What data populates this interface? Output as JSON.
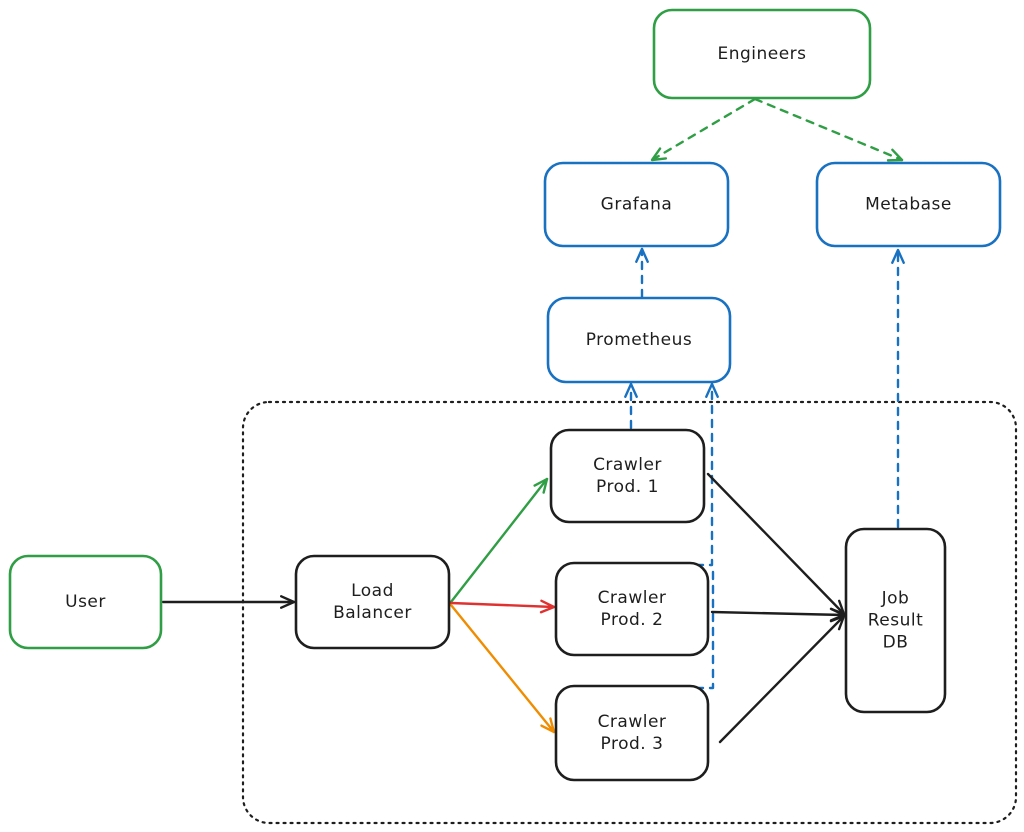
{
  "diagram": {
    "nodes": [
      {
        "id": "engineers",
        "label": [
          "Engineers"
        ],
        "color": "#2f9e44"
      },
      {
        "id": "grafana",
        "label": [
          "Grafana"
        ],
        "color": "#1971c2"
      },
      {
        "id": "metabase",
        "label": [
          "Metabase"
        ],
        "color": "#1971c2"
      },
      {
        "id": "prometheus",
        "label": [
          "Prometheus"
        ],
        "color": "#1971c2"
      },
      {
        "id": "crawler1",
        "label": [
          "Crawler",
          "Prod. 1"
        ],
        "color": "#1e1e1e"
      },
      {
        "id": "crawler2",
        "label": [
          "Crawler",
          "Prod. 2"
        ],
        "color": "#1e1e1e"
      },
      {
        "id": "crawler3",
        "label": [
          "Crawler",
          "Prod. 3"
        ],
        "color": "#1e1e1e"
      },
      {
        "id": "user",
        "label": [
          "User"
        ],
        "color": "#2f9e44"
      },
      {
        "id": "loadbalancer",
        "label": [
          "Load",
          "Balancer"
        ],
        "color": "#1e1e1e"
      },
      {
        "id": "jobdb",
        "label": [
          "Job",
          "Result",
          "DB"
        ],
        "color": "#1e1e1e"
      }
    ],
    "edges": [
      {
        "id": "engineers-grafana",
        "from": "engineers",
        "to": "grafana",
        "style": "dashed",
        "color": "#2f9e44"
      },
      {
        "id": "engineers-metabase",
        "from": "engineers",
        "to": "metabase",
        "style": "dashed",
        "color": "#2f9e44"
      },
      {
        "id": "prometheus-grafana",
        "from": "prometheus",
        "to": "grafana",
        "style": "dashed",
        "color": "#1971c2"
      },
      {
        "id": "jobdb-metabase",
        "from": "jobdb",
        "to": "metabase",
        "style": "dashed",
        "color": "#1971c2"
      },
      {
        "id": "crawler1-prometheus",
        "from": "crawler1",
        "to": "prometheus",
        "style": "dashed",
        "color": "#1971c2"
      },
      {
        "id": "crawler2-prometheus",
        "from": "crawler2",
        "to": "prometheus",
        "style": "dashed",
        "color": "#1971c2"
      },
      {
        "id": "crawler3-prometheus",
        "from": "crawler3",
        "to": "prometheus",
        "style": "dashed",
        "color": "#1971c2"
      },
      {
        "id": "user-loadbalancer",
        "from": "user",
        "to": "loadbalancer",
        "style": "solid",
        "color": "#1e1e1e"
      },
      {
        "id": "loadbalancer-crawler1",
        "from": "loadbalancer",
        "to": "crawler1",
        "style": "solid",
        "color": "#2f9e44"
      },
      {
        "id": "loadbalancer-crawler2",
        "from": "loadbalancer",
        "to": "crawler2",
        "style": "solid",
        "color": "#e03131"
      },
      {
        "id": "loadbalancer-crawler3",
        "from": "loadbalancer",
        "to": "crawler3",
        "style": "solid",
        "color": "#f08c00"
      },
      {
        "id": "crawler1-jobdb",
        "from": "crawler1",
        "to": "jobdb",
        "style": "solid",
        "color": "#1e1e1e"
      },
      {
        "id": "crawler2-jobdb",
        "from": "crawler2",
        "to": "jobdb",
        "style": "solid",
        "color": "#1e1e1e"
      },
      {
        "id": "crawler3-jobdb",
        "from": "crawler3",
        "to": "jobdb",
        "style": "solid",
        "color": "#1e1e1e"
      }
    ],
    "groups": [
      {
        "id": "crawler-cluster",
        "style": "dotted",
        "color": "#1e1e1e"
      }
    ]
  }
}
